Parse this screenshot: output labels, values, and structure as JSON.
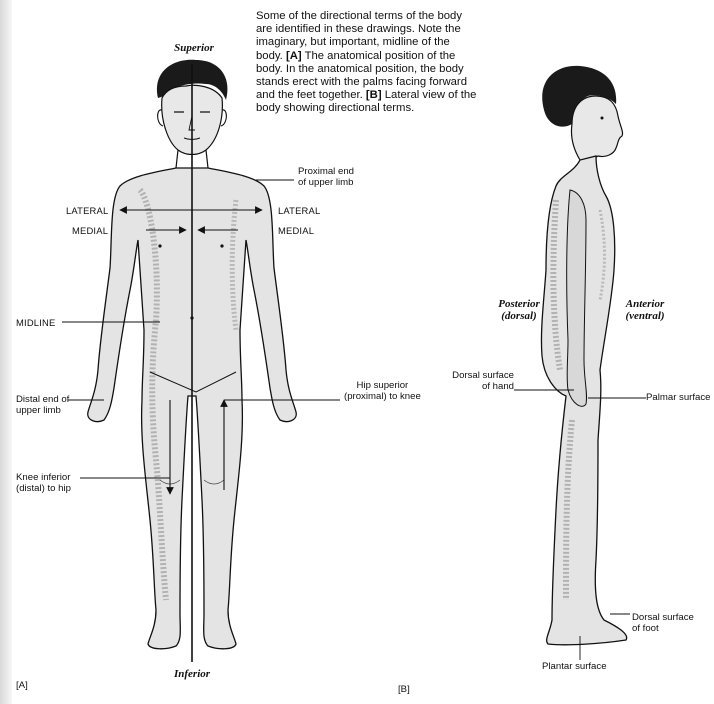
{
  "caption": {
    "text_1": "Some of the directional terms of the body are identified in these drawings. Note the imaginary, but important, midline of the body.",
    "bold_a": "[A]",
    "text_2": "The anatomical position of the body. In the anatomical position, the body stands erect with the palms facing forward and the feet together.",
    "bold_b": "[B]",
    "text_3": "Lateral view of the body showing directional terms."
  },
  "figure_a": {
    "label": "[A]",
    "superior": "Superior",
    "inferior": "Inferior",
    "proximal_line1": "Proximal end",
    "proximal_line2": "of upper limb",
    "lateral_left": "LATERAL",
    "medial_left": "MEDIAL",
    "lateral_right": "LATERAL",
    "medial_right": "MEDIAL",
    "midline": "MIDLINE",
    "distal_line1": "Distal end of",
    "distal_line2": "upper limb",
    "hip_line1": "Hip superior",
    "hip_line2": "(proximal) to knee",
    "knee_line1": "Knee inferior",
    "knee_line2": "(distal) to hip"
  },
  "figure_b": {
    "label": "[B]",
    "posterior_line1": "Posterior",
    "posterior_line2": "(dorsal)",
    "anterior_line1": "Anterior",
    "anterior_line2": "(ventral)",
    "dorsal_hand_line1": "Dorsal surface",
    "dorsal_hand_line2": "of hand",
    "palmar": "Palmar surface",
    "dorsal_foot_line1": "Dorsal surface",
    "dorsal_foot_line2": "of foot",
    "plantar": "Plantar surface"
  }
}
